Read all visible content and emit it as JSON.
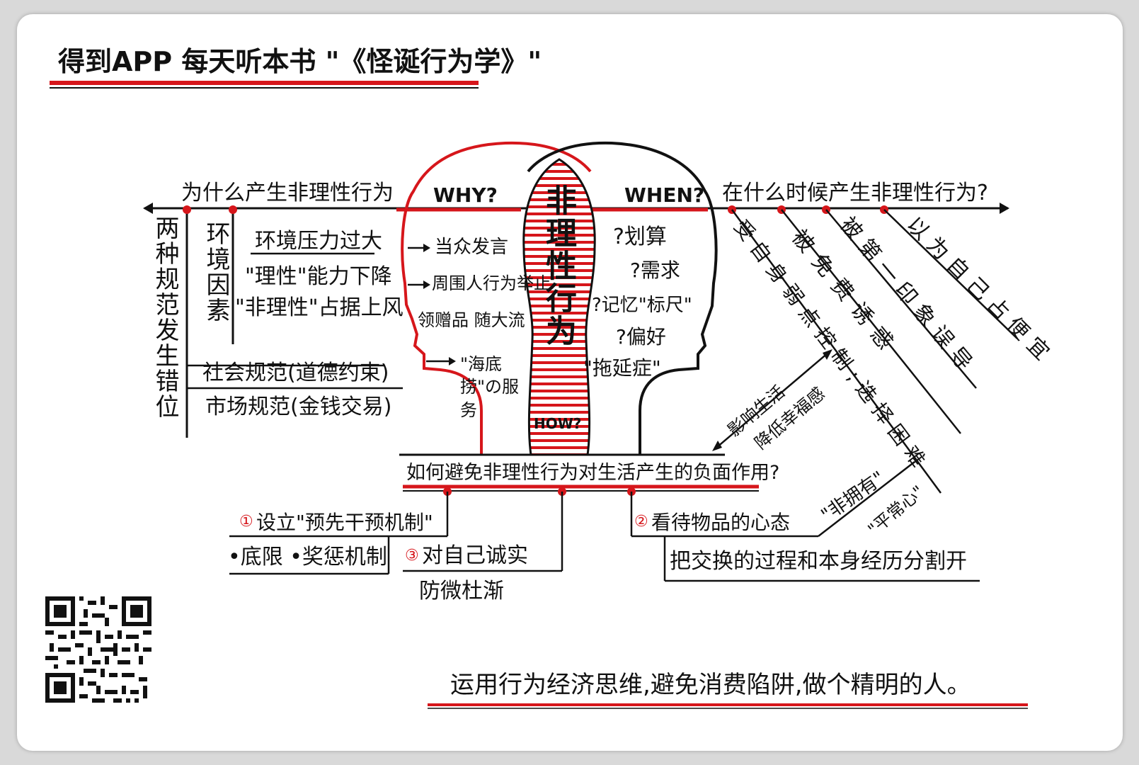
{
  "header": {
    "title": "得到APP 每天听本书 \"《怪诞行为学》\""
  },
  "center": {
    "title": "非理性行为",
    "why": "WHY?",
    "when": "WHEN?",
    "how": "HOW?"
  },
  "why_branch": {
    "question": "为什么产生非理性行为",
    "norms_vertical": "两种规范发生错位",
    "env_vertical": "环境因素",
    "env_items": [
      "环境压力过大",
      "\"理性\"能力下降",
      "\"非理性\"占据上风"
    ],
    "social_norm": "社会规范(道德约束)",
    "market_norm": "市场规范(金钱交易)",
    "head_items": [
      "当众发言",
      "周围人行为举止",
      "领赠品 随大流",
      "\"海底捞\"の服务"
    ]
  },
  "when_branch": {
    "question": "在什么时候产生非理性行为?",
    "head_items": [
      "?划算",
      "?需求",
      "?记忆\"标尺\"",
      "?偏好",
      "\"拖延症\""
    ],
    "diagonals": [
      "受自身弱点控制;选择困难",
      "被免费诱惑",
      "被第一印象误导",
      "以为自己占便宜"
    ],
    "impact_line1": "影响生活",
    "impact_line2": "降低幸福感"
  },
  "how_branch": {
    "question": "如何避免非理性行为对生活产生的负面作用?",
    "item1_num": "①",
    "item1": "设立\"预先干预机制\"",
    "item1_sub": "•底限 •奖惩机制",
    "item2_num": "②",
    "item2": "看待物品的心态",
    "item2_tag1": "\"非拥有\"",
    "item2_tag2": "\"平常心\"",
    "item2_sub": "把交换的过程和本身经历分割开",
    "item3_num": "③",
    "item3": "对自己诚实",
    "item3_sub": "防微杜渐"
  },
  "footer": {
    "slogan": "运用行为经济思维,避免消费陷阱,做个精明的人。"
  },
  "colors": {
    "accent": "#d6161b",
    "ink": "#111111",
    "paper": "#ffffff",
    "frame": "#d9d9d9"
  },
  "icons": {
    "qr": "qr-code-icon"
  }
}
